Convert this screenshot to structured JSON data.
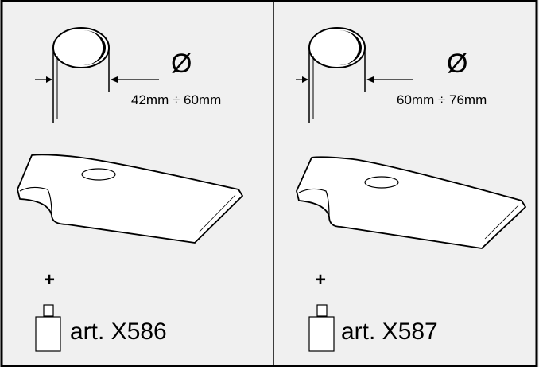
{
  "panels": [
    {
      "diameter_symbol": "Ø",
      "range_text": "42mm ÷ 60mm",
      "plus_text": "+",
      "article_text": "art. X586"
    },
    {
      "diameter_symbol": "Ø",
      "range_text": "60mm ÷ 76mm",
      "plus_text": "+",
      "article_text": "art. X587"
    }
  ],
  "colors": {
    "background": "#f0f0f0",
    "line": "#000000"
  },
  "icons": [
    "tube-icon",
    "blade-icon",
    "bolt-icon"
  ]
}
